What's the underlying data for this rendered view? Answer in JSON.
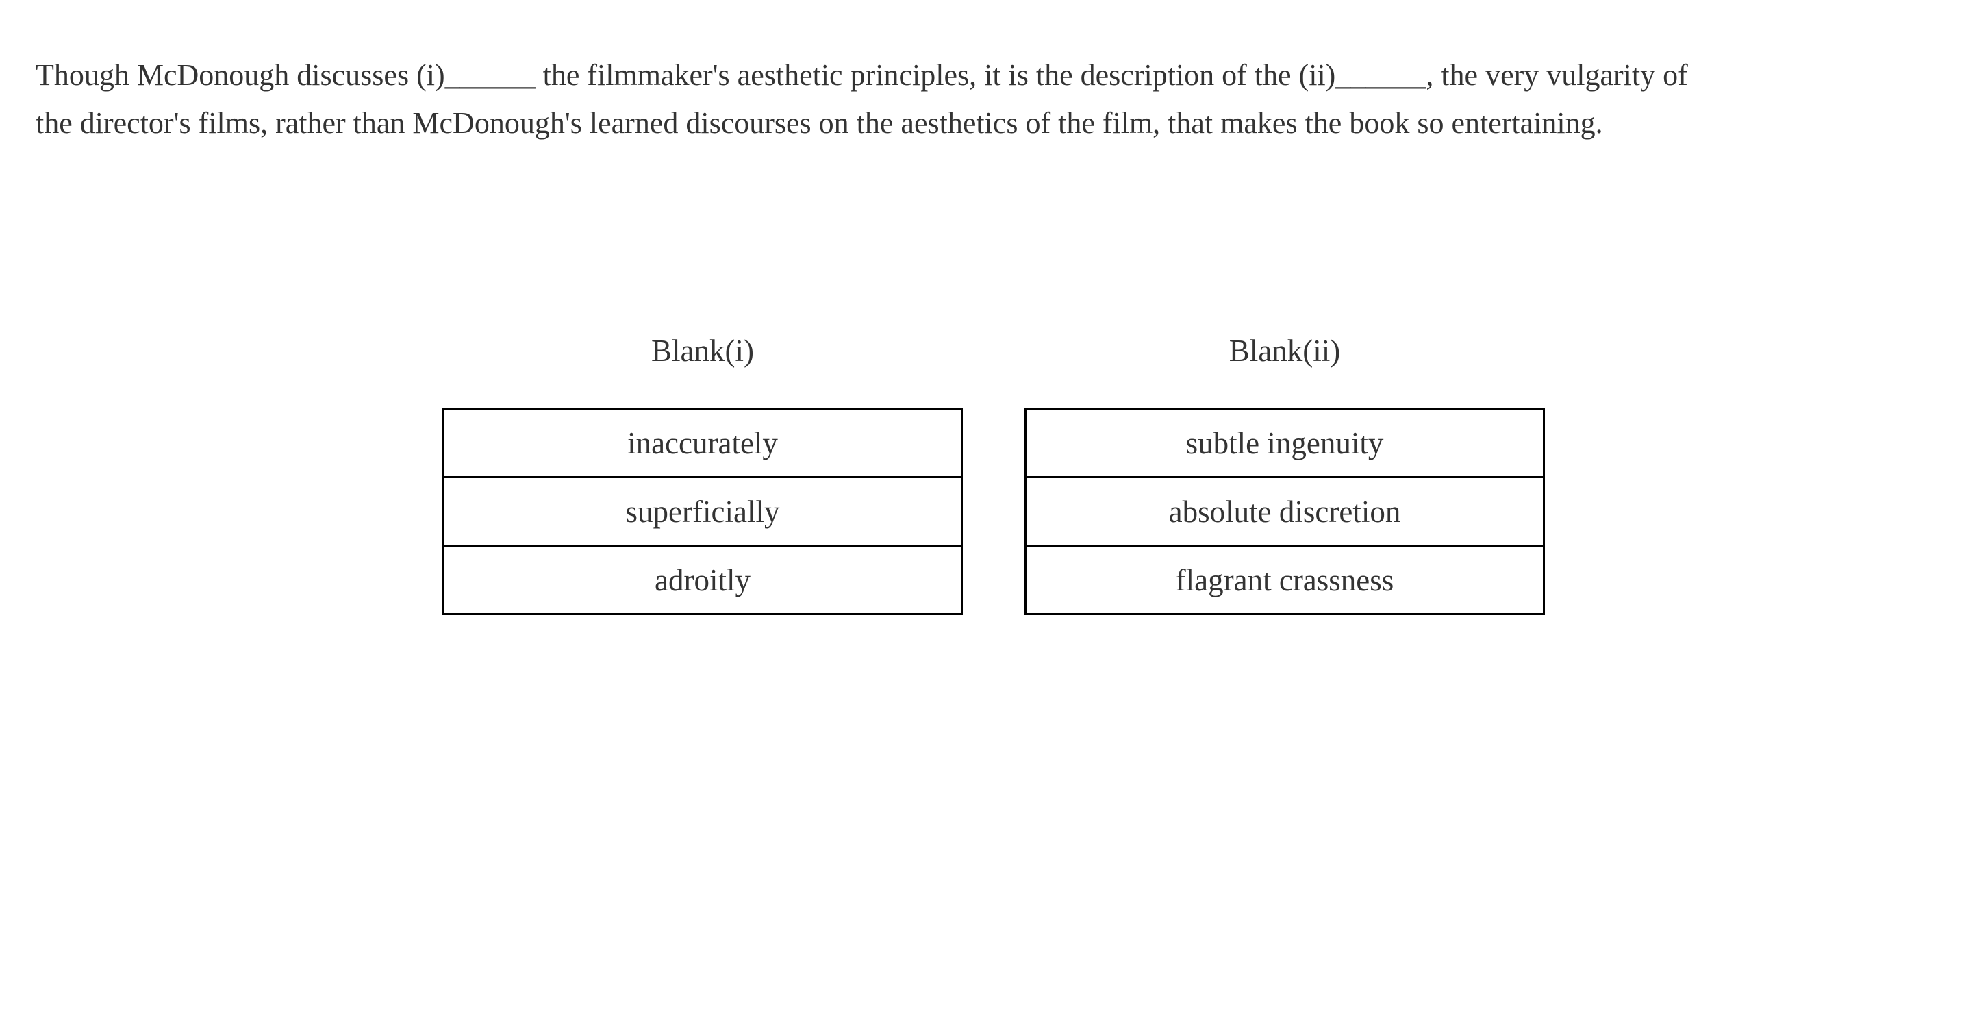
{
  "question": {
    "passage_lines": [
      "Though McDonough discusses (i)______ the filmmaker's aesthetic principles, it is the description of the (ii)______, the very vulgarity of",
      "the director's films, rather than McDonough's learned discourses on the aesthetics of the film, that makes the book so entertaining."
    ]
  },
  "blanks": [
    {
      "label": "Blank(i)",
      "options": [
        "inaccurately",
        "superficially",
        "adroitly"
      ]
    },
    {
      "label": "Blank(ii)",
      "options": [
        "subtle ingenuity",
        "absolute discretion",
        "flagrant crassness"
      ]
    }
  ],
  "colors": {
    "text": "#333333",
    "table_border": "#000000",
    "background": "#ffffff"
  }
}
